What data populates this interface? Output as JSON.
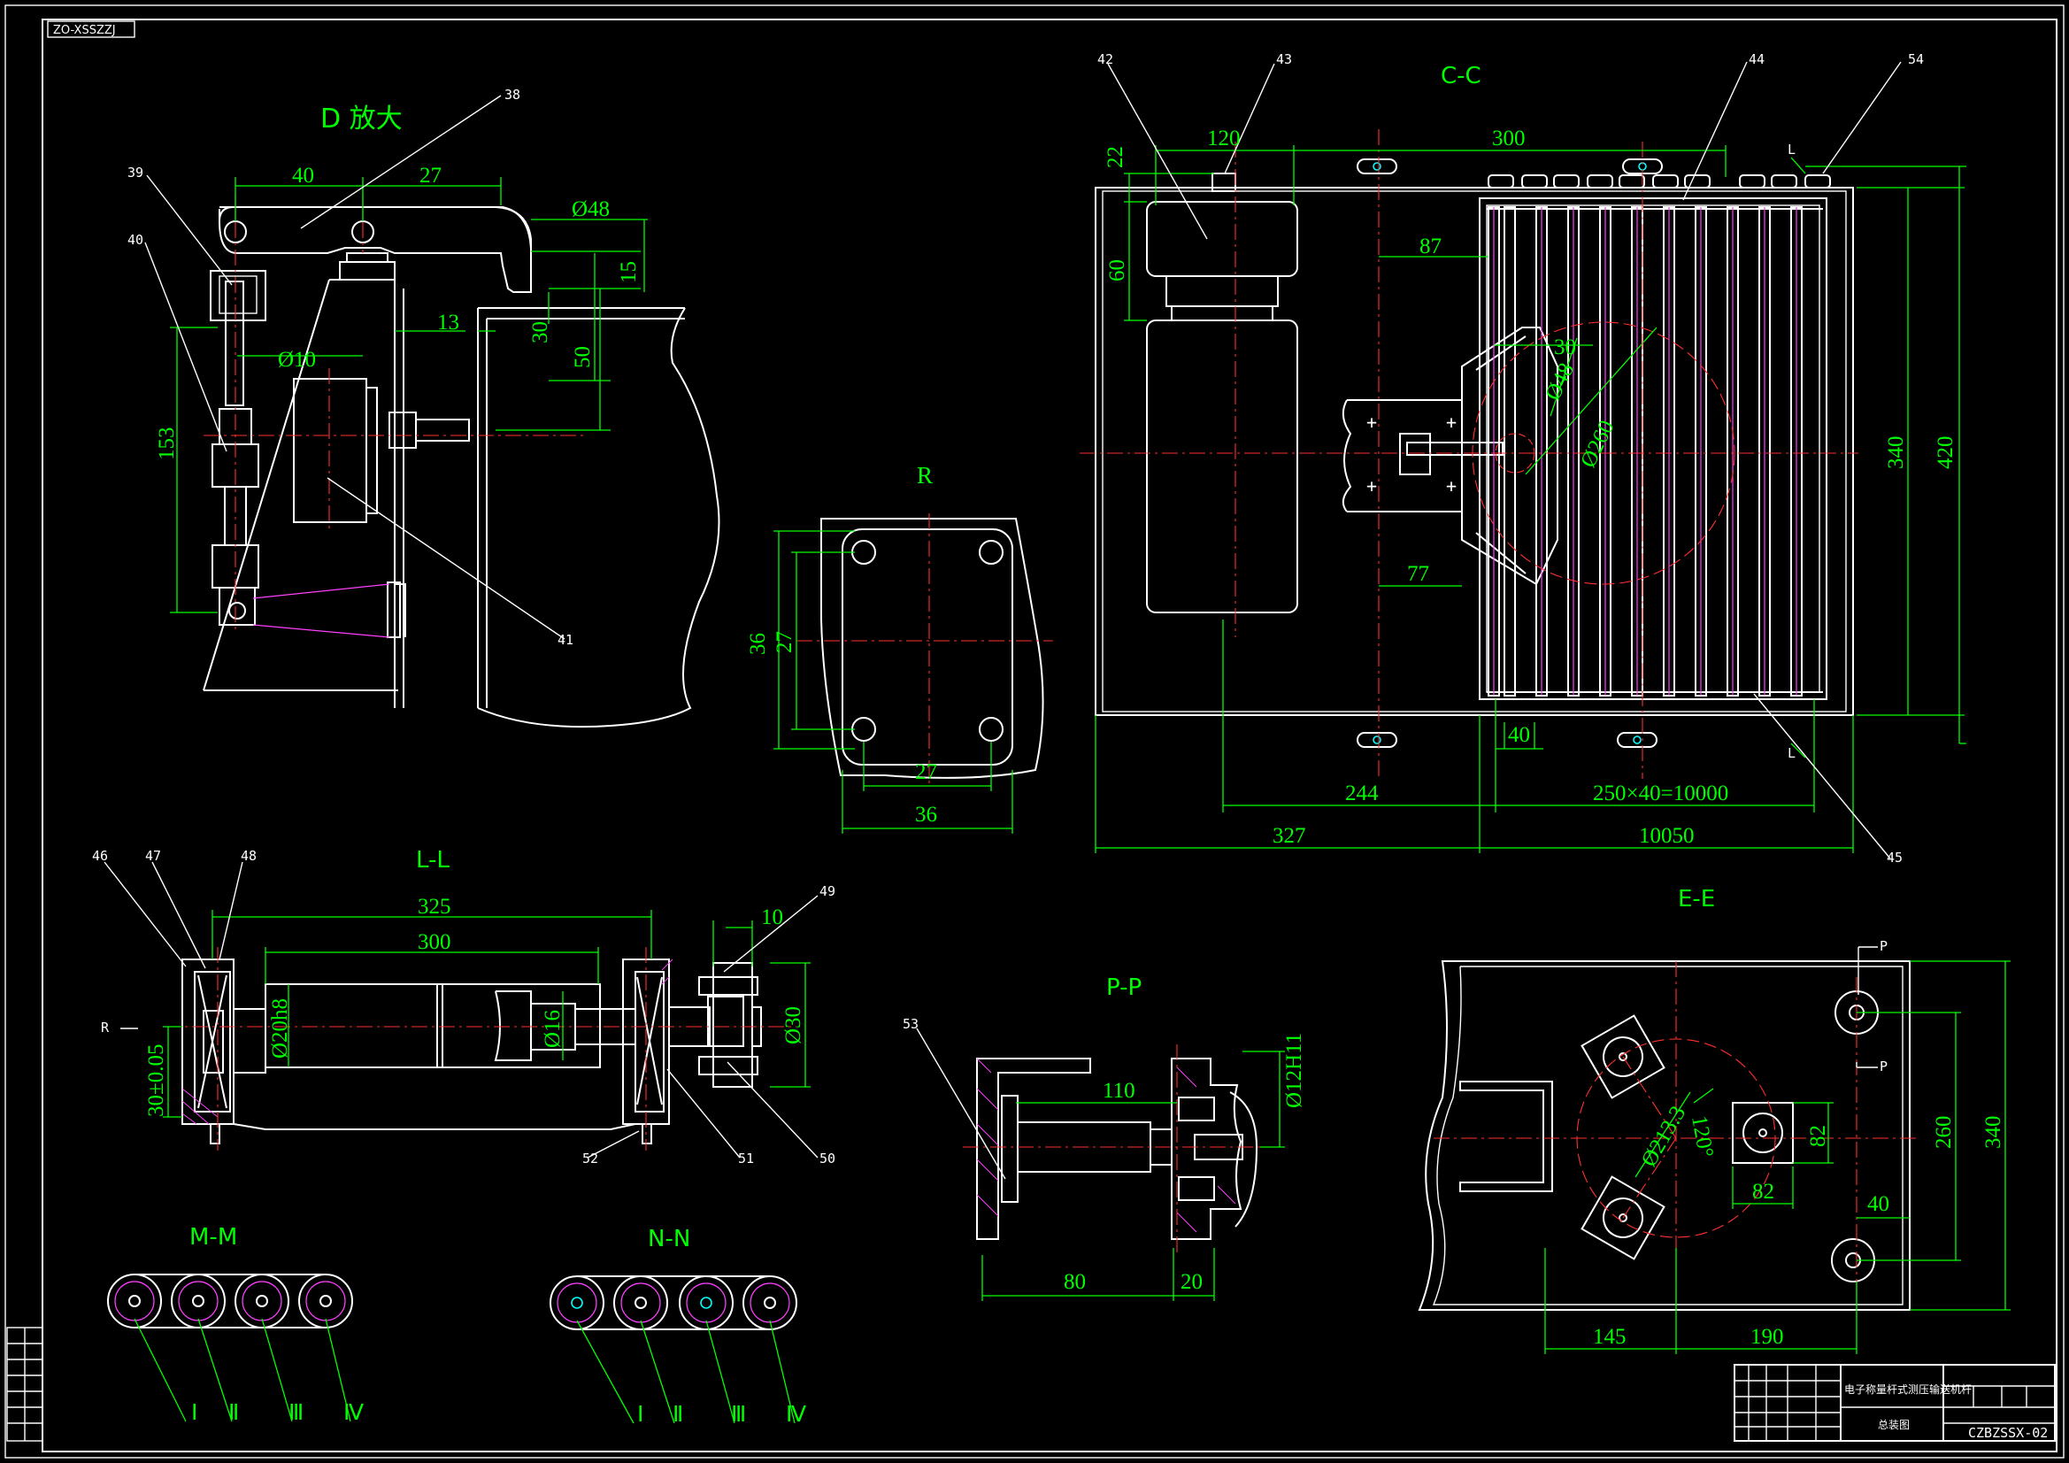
{
  "drawing": {
    "code_box": "ZO-XSSZZJ",
    "drawing_number": "CZBZSSX-02",
    "title": "电子称量杆式测压输送机杆",
    "subtitle": "总装图"
  },
  "views": {
    "d": "D 放大",
    "cc": "C-C",
    "r": "R",
    "ll": "L-L",
    "pp": "P-P",
    "ee": "E-E",
    "mm": "M-M",
    "nn": "N-N"
  },
  "roman": {
    "i": "Ⅰ",
    "ii": "Ⅱ",
    "iii": "Ⅲ",
    "iv": "Ⅳ"
  },
  "section_marks": {
    "p": "P",
    "r": "R",
    "l": "L"
  },
  "part_numbers": {
    "p38": "38",
    "p39": "39",
    "p40": "40",
    "p41": "41",
    "p42": "42",
    "p43": "43",
    "p44": "44",
    "p45": "45",
    "p46": "46",
    "p47": "47",
    "p48": "48",
    "p49": "49",
    "p50": "50",
    "p51": "51",
    "p52": "52",
    "p53": "53",
    "p54": "54"
  },
  "dims": {
    "d_40": "40",
    "d_27": "27",
    "d_48": "Ø48",
    "d_15": "15",
    "d_13": "13",
    "d_30": "30",
    "d_50": "50",
    "d_10": "Ø10",
    "d_153": "153",
    "r_36v": "36",
    "r_27v": "27",
    "r_27h": "27",
    "r_36h": "36",
    "cc_120": "120",
    "cc_300": "300",
    "cc_22": "22",
    "cc_60": "60",
    "cc_87": "87",
    "cc_30": "30",
    "cc_48": "Ø48",
    "cc_260": "Ø260",
    "cc_77": "77",
    "cc_40": "40",
    "cc_340": "340",
    "cc_420": "420",
    "cc_244": "244",
    "cc_250": "250×40=10000",
    "cc_327": "327",
    "cc_10050": "10050",
    "ll_325": "325",
    "ll_300": "300",
    "ll_10": "10",
    "ll_20h8": "Ø20h8",
    "ll_16": "Ø16",
    "ll_30": "Ø30",
    "ll_30tol": "30±0.05",
    "pp_110": "110",
    "pp_12h11": "Ø12H11",
    "pp_80": "80",
    "pp_20": "20",
    "ee_213": "Ø213.3",
    "ee_120": "120°",
    "ee_82v": "82",
    "ee_82h": "82",
    "ee_40": "40",
    "ee_260": "260",
    "ee_340": "340",
    "ee_145": "145",
    "ee_190": "190"
  }
}
